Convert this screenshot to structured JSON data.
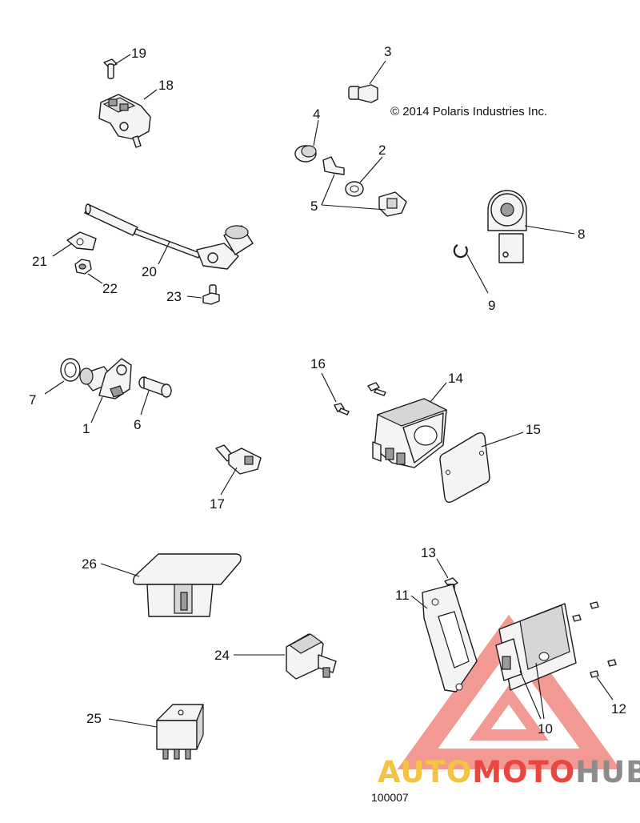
{
  "copyright": "© 2014 Polaris Industries Inc.",
  "diagram_id": "100007",
  "watermark": {
    "part1": "AUTO",
    "part2": "MOTO",
    "part3": "HUB",
    "color_yellow": "#f3c343",
    "color_red": "#e9463d",
    "color_gray": "#8c8c8c"
  },
  "callouts": {
    "c1": "1",
    "c2": "2",
    "c3": "3",
    "c4": "4",
    "c5": "5",
    "c6": "6",
    "c7": "7",
    "c8": "8",
    "c9": "9",
    "c10": "10",
    "c11": "11",
    "c12": "12",
    "c13": "13",
    "c14": "14",
    "c15": "15",
    "c16": "16",
    "c17": "17",
    "c18": "18",
    "c19": "19",
    "c20": "20",
    "c21": "21",
    "c22": "22",
    "c23": "23",
    "c24": "24",
    "c25": "25",
    "c26": "26"
  }
}
